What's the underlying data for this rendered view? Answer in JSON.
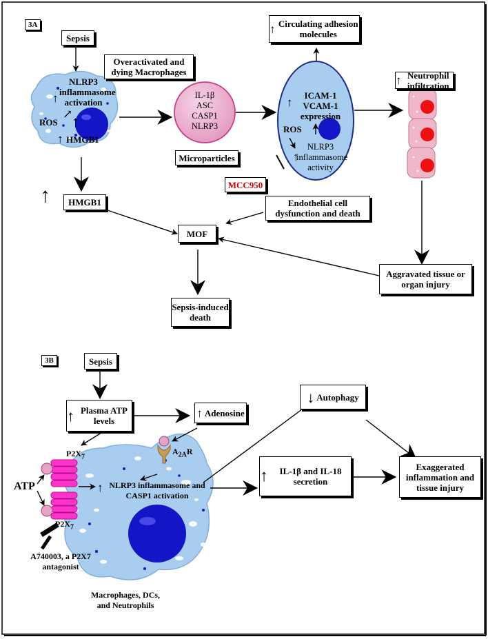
{
  "panel_a": {
    "tag": "3A",
    "sepsis": "Sepsis",
    "macrophage_caption": "Overactivated and dying Macrophages",
    "cell_nlrp3": "NLRP3 inflammasome activation",
    "cell_ros": "ROS",
    "cell_hmgb1": "HMGB1",
    "microparticle_contents": [
      "IL-1β",
      "ASC",
      "CASP1",
      "NLRP3"
    ],
    "microparticles": "Microparticles",
    "endo_expression": "ICAM-1 VCAM-1 expression",
    "endo_ros": "ROS",
    "endo_nlrp3": "NLRP3 inflammasome activity",
    "circulating": "Circulating adhesion molecules",
    "neutrophil": "Neutrophil infiltration",
    "mcc950": "MCC950",
    "hmgb1_box": "HMGB1",
    "endothelial": "Endothelial cell dysfunction and death",
    "mof": "MOF",
    "aggravated": "Aggravated tissue or organ injury",
    "death": "Sepsis-induced death"
  },
  "panel_b": {
    "tag": "3B",
    "sepsis": "Sepsis",
    "plasma": "Plasma ATP levels",
    "adenosine": "Adenosine",
    "autophagy": "Autophagy",
    "il_secretion": "IL-1β and IL-18 secretion",
    "exaggerated": "Exaggerated inflammation and tissue injury",
    "p2x7_top": "P2X",
    "p2x7_top_sub": "7",
    "p2x7_bottom": "P2X",
    "p2x7_bottom_sub": "7",
    "atp": "ATP",
    "a2ar": "A",
    "a2ar_sub": "2A",
    "a2ar_suffix": "R",
    "nlrp3_activation": "NLRP3 inflammasome and CASP1 activation",
    "antagonist": "A740003, a P2X7 antagonist",
    "cell_types": "Macrophages, DCs, and Neutrophils"
  },
  "colors": {
    "cell_fill": "#a8cdee",
    "nucleus": "#1515c8",
    "microparticle": "#e8a4c7",
    "receptor": "#ff33cc",
    "a2ar_receptor": "#c99a55",
    "neutrophil_cell": "#f0b7c8",
    "neutrophil_nucleus": "#ee1111",
    "accent_red": "#d40000"
  },
  "icons": [
    "up-arrow",
    "down-arrow",
    "inhibitor-bar"
  ]
}
